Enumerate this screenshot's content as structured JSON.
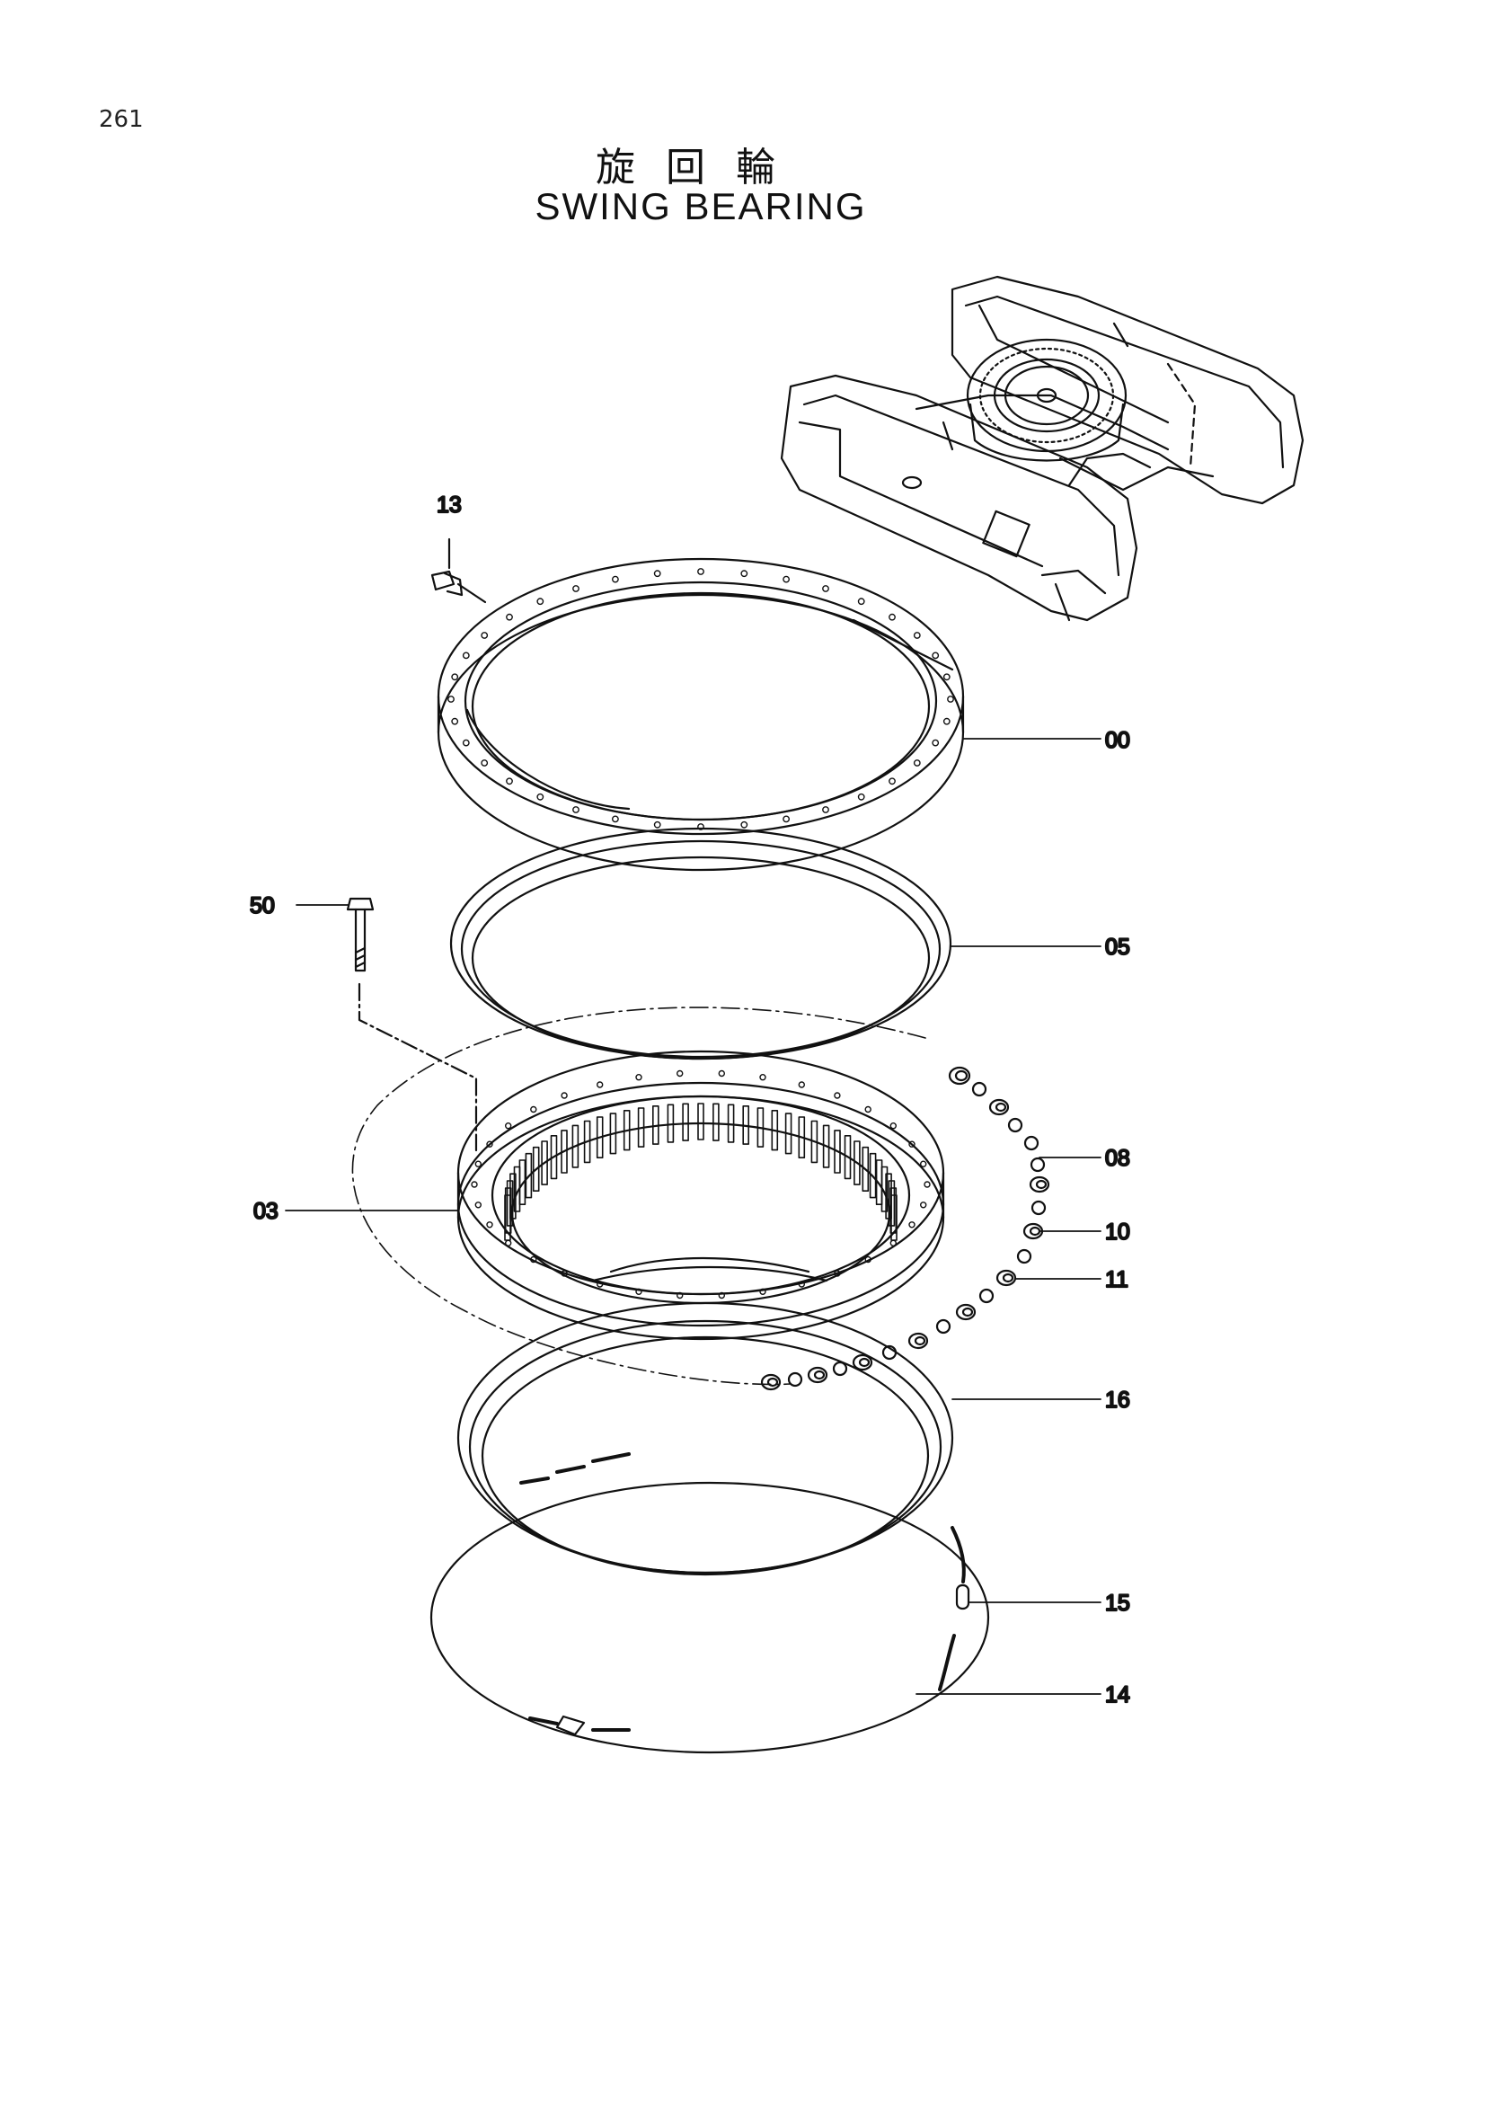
{
  "page_number": "261",
  "title_jp": "旋回輪",
  "title_en": "SWING BEARING",
  "callouts": {
    "c13": "13",
    "c00": "00",
    "c50": "50",
    "c05": "05",
    "c08": "08",
    "c03": "03",
    "c10": "10",
    "c11": "11",
    "c16": "16",
    "c15": "15",
    "c14": "14"
  }
}
